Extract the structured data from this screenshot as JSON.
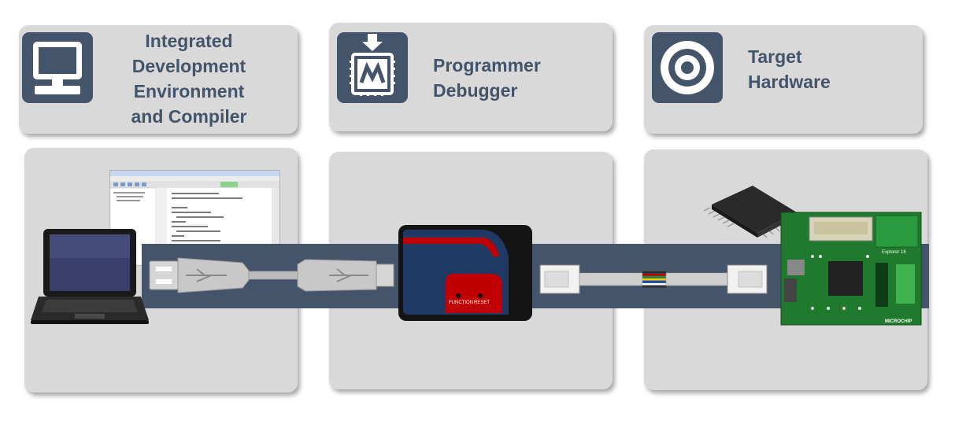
{
  "steps": [
    {
      "title": "Integrated\nDevelopment\nEnvironment\nand Compiler",
      "icon": "monitor-icon"
    },
    {
      "title": "Programmer\nDebugger",
      "icon": "chip-download-icon"
    },
    {
      "title": "Target\nHardware",
      "icon": "target-icon"
    }
  ],
  "debugger": {
    "button1": "FUNCTION",
    "button2": "RESET"
  },
  "board": {
    "name": "Explorer 16",
    "brand": "MICROCHIP"
  },
  "colors": {
    "panel": "#d9d9d9",
    "accent": "#44546a",
    "debugger_red": "#c00000",
    "debugger_blue": "#1f3864"
  }
}
